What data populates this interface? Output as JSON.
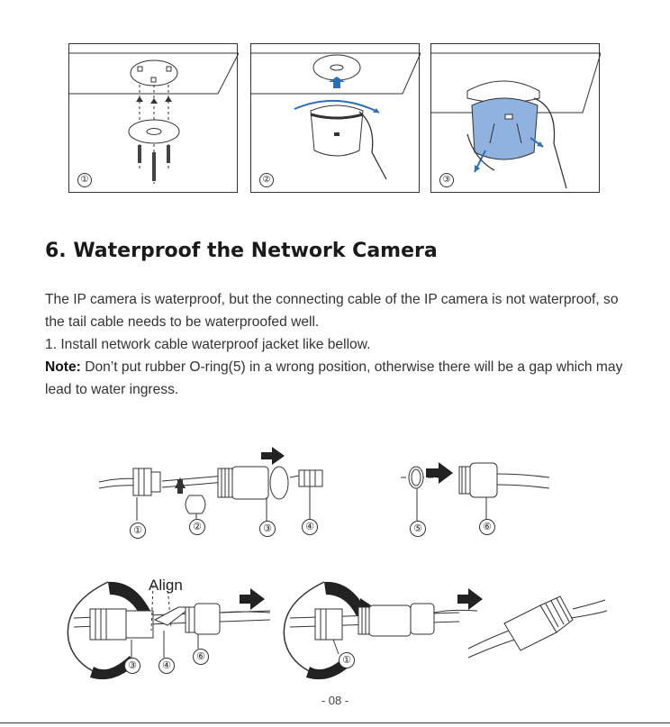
{
  "install_panels": [
    {
      "number": "①"
    },
    {
      "number": "②"
    },
    {
      "number": "③"
    }
  ],
  "section": {
    "title": "6. Waterproof the Network Camera",
    "paragraph_1": "The IP camera is waterproof, but the connecting cable of the IP camera is not waterproof, so the tail cable needs to be waterproofed well.",
    "paragraph_2": "1. Install network cable waterproof jacket like bellow.",
    "note_label": "Note:",
    "note_text": " Don’t put rubber O-ring(5) in a wrong position, otherwise there will be a gap which may lead to water ingress."
  },
  "diagram_parts": {
    "c1": "①",
    "c2": "②",
    "c3": "③",
    "c4": "④",
    "c5": "⑤",
    "c6": "⑥"
  },
  "assembly": {
    "align_label": "Align",
    "c3": "③",
    "c4": "④",
    "c6": "⑥",
    "c1": "①"
  },
  "footer": {
    "page_number": "- 08 -"
  },
  "colors": {
    "accent_blue": "#2f6fb5",
    "dome_blue": "#8fb2de",
    "line": "#333333"
  }
}
